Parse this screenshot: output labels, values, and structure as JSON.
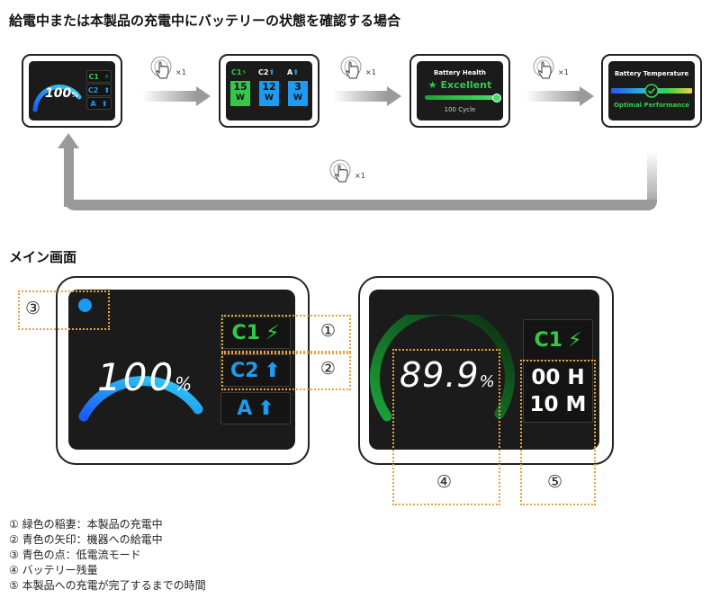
{
  "heading": "給電中または本製品の充電中にバッテリーの状態を確認する場合",
  "tap_count": "×1",
  "screens": {
    "main": {
      "percent": "100",
      "percent_unit": "%",
      "c1": "C1",
      "c2": "C2",
      "a": "A"
    },
    "power": {
      "c1": "C1",
      "c2": "C2",
      "a": "A",
      "c1_watt": "15",
      "c2_watt": "12",
      "a_watt": "3",
      "unit": "W"
    },
    "health": {
      "title": "Battery Health",
      "status": "Excellent",
      "cycles": "100 Cycle"
    },
    "temperature": {
      "title": "Battery Temperature",
      "status": "Optimal Performance"
    }
  },
  "main_section_title": "メイン画面",
  "device_left": {
    "percent": "100",
    "percent_unit": "%",
    "c1": "C1",
    "c2": "C2",
    "a": "A"
  },
  "device_right": {
    "percent": "89.9",
    "percent_unit": "%",
    "c1": "C1",
    "hours": "00 H",
    "minutes": "10 M"
  },
  "markers": [
    "①",
    "②",
    "③",
    "④",
    "⑤"
  ],
  "legend": [
    "① 緑色の稲妻：本製品の充電中",
    "② 青色の矢印：機器への給電中",
    "③ 青色の点：低電流モード",
    "④ バッテリー残量",
    "⑤ 本製品への充電が完了するまでの時間"
  ],
  "colors": {
    "green": "#34c84a",
    "blue": "#1e9bf0",
    "dotted": "#e6a23c",
    "screen": "#1b1b1b"
  }
}
